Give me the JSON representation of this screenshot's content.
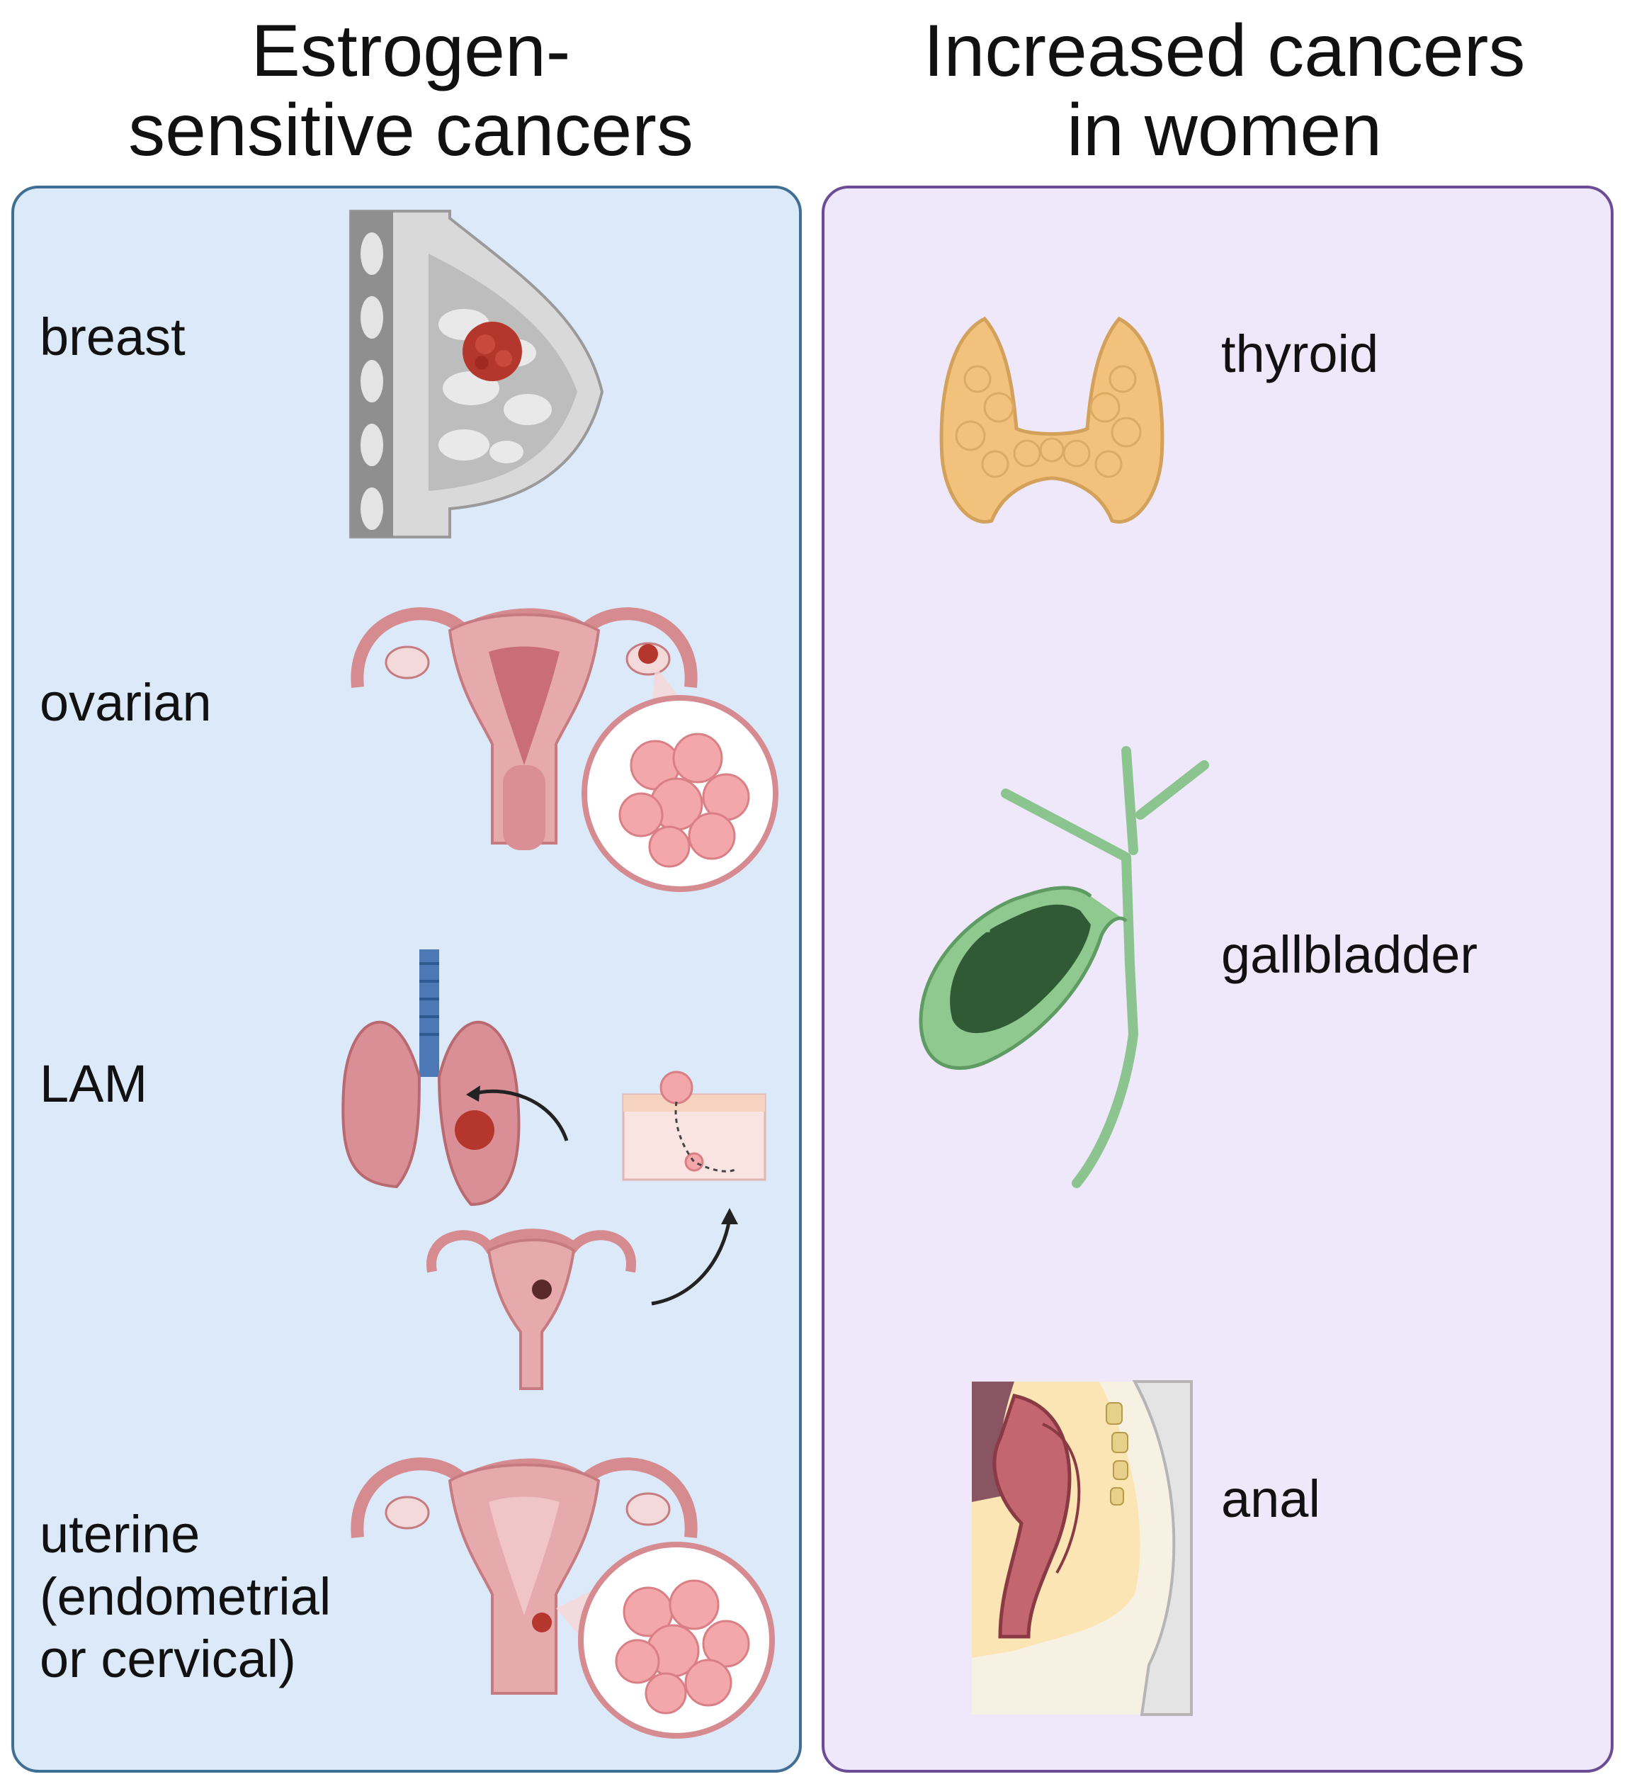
{
  "left_panel": {
    "title_line1": "Estrogen-",
    "title_line2": "sensitive cancers",
    "background": "#dce9f8",
    "border": "#3f6f95",
    "items": [
      {
        "label": "breast",
        "icon": "breast-icon"
      },
      {
        "label": "ovarian",
        "icon": "ovary-tumor-icon"
      },
      {
        "label": "LAM",
        "icon": "lung-metastasis-icon"
      },
      {
        "label": "uterine\n(endometrial\n or cervical)",
        "icon": "uterus-tumor-icon"
      }
    ]
  },
  "right_panel": {
    "title_line1": "Increased cancers",
    "title_line2": "in women",
    "background": "#efe7fa",
    "border": "#6a4d96",
    "items": [
      {
        "label": "thyroid",
        "icon": "thyroid-icon"
      },
      {
        "label": "gallbladder",
        "icon": "gallbladder-icon"
      },
      {
        "label": "anal",
        "icon": "anal-canal-icon"
      }
    ]
  }
}
